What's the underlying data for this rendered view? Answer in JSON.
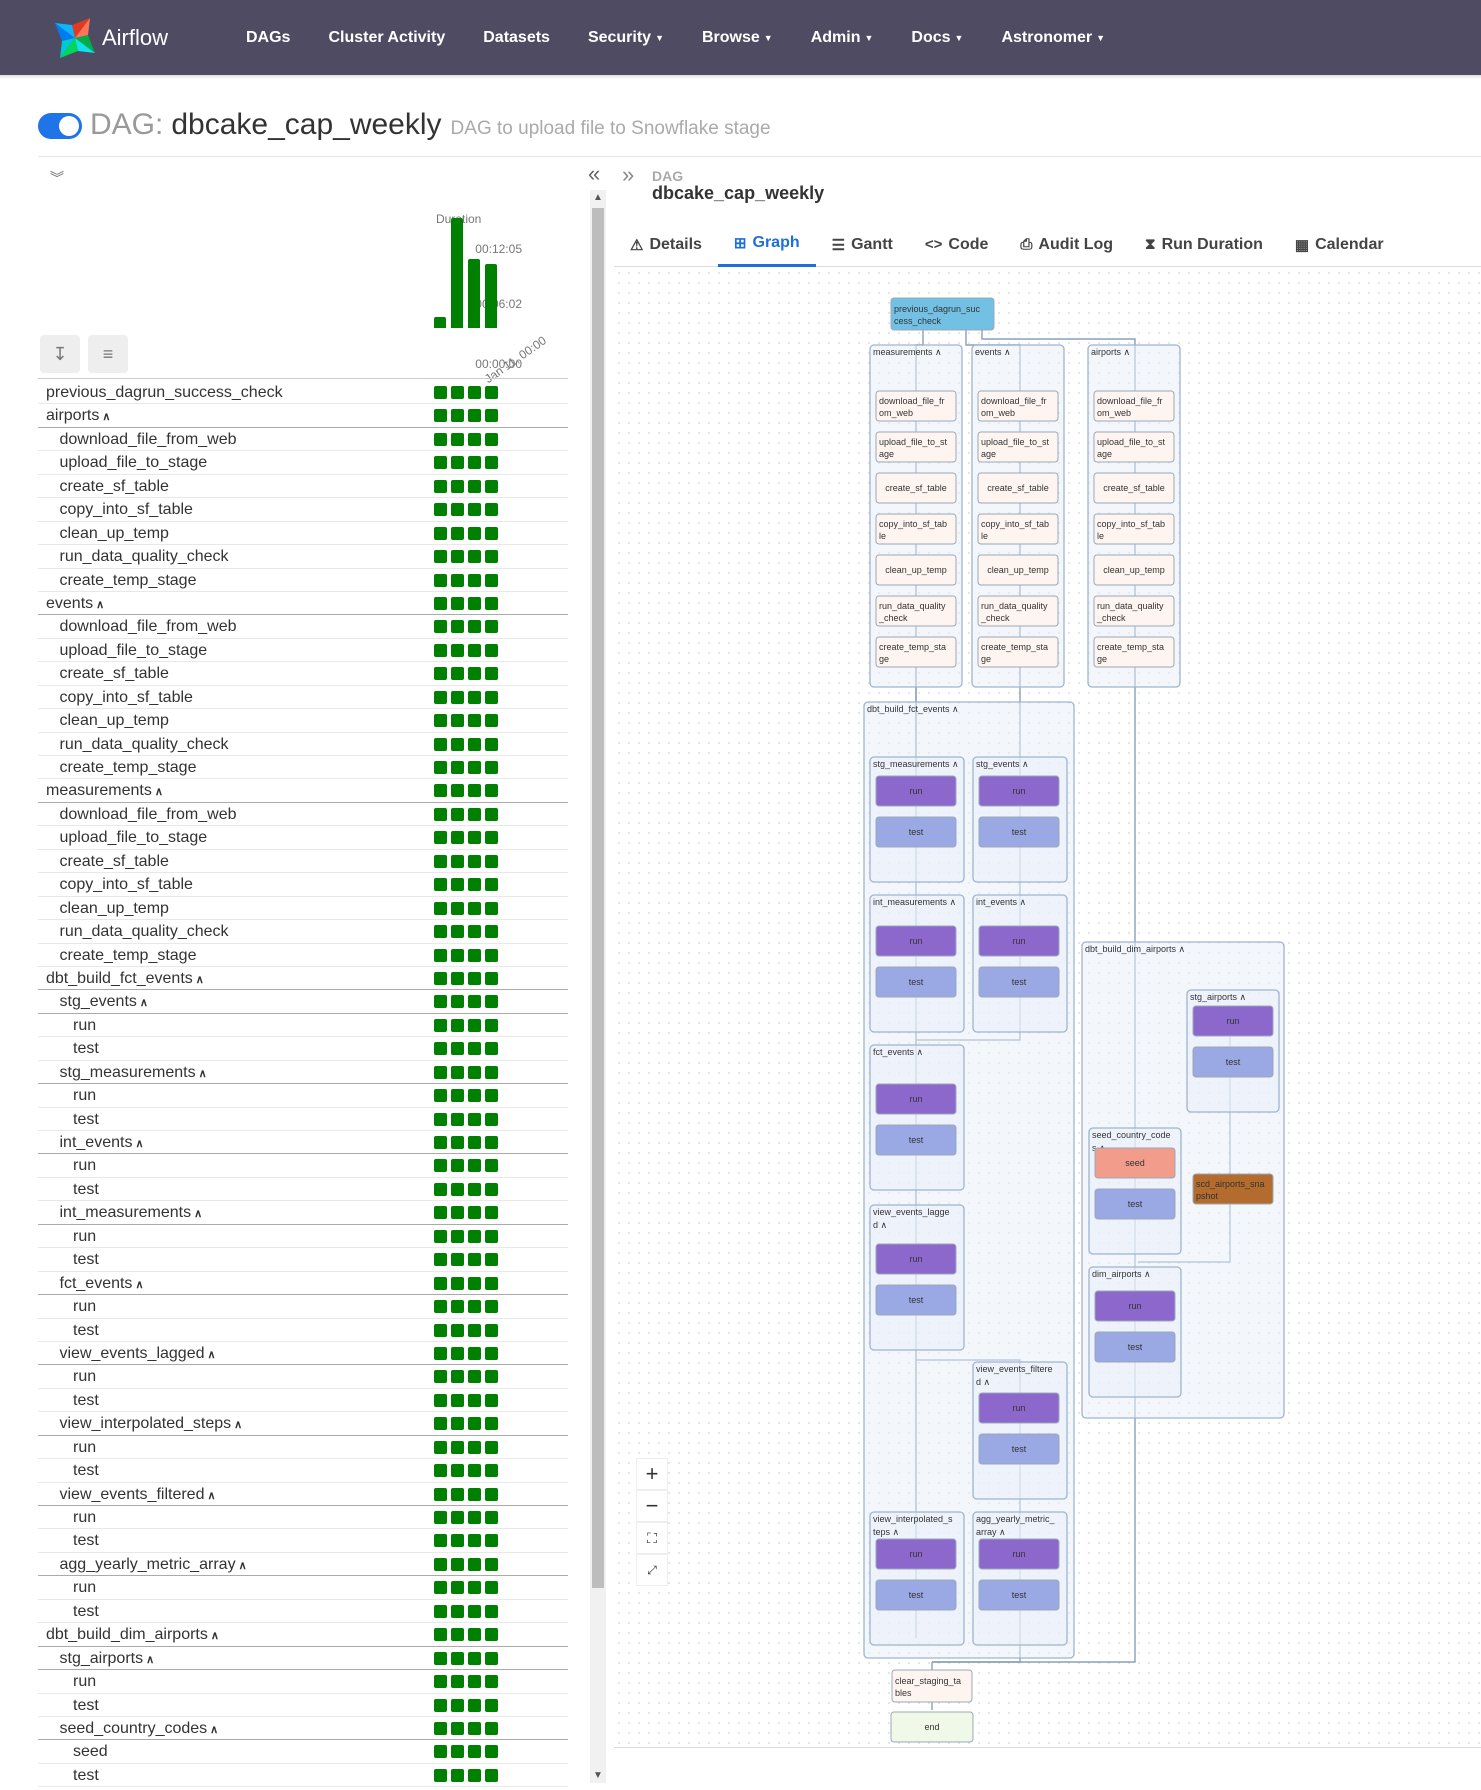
{
  "nav": {
    "brand": "Airflow",
    "items": [
      {
        "label": "DAGs",
        "caret": false
      },
      {
        "label": "Cluster Activity",
        "caret": false
      },
      {
        "label": "Datasets",
        "caret": false
      },
      {
        "label": "Security",
        "caret": true
      },
      {
        "label": "Browse",
        "caret": true
      },
      {
        "label": "Admin",
        "caret": true
      },
      {
        "label": "Docs",
        "caret": true
      },
      {
        "label": "Astronomer",
        "caret": true
      }
    ]
  },
  "header": {
    "prefix": "DAG:",
    "dag_id": "dbcake_cap_weekly",
    "description": "DAG to upload file to Snowflake stage",
    "paused": false
  },
  "grid": {
    "duration_label": "Duration",
    "date_label": "Jan 11, 00:00",
    "y_ticks": [
      "00:12:05",
      "00:06:02",
      "00:00:00"
    ],
    "run_durations_fraction": [
      0.1,
      1.0,
      0.63,
      0.58
    ],
    "status_color": "#008000",
    "rows": [
      {
        "label": "previous_dagrun_success_check",
        "level": 0,
        "group": false
      },
      {
        "label": "airports",
        "level": 0,
        "group": true
      },
      {
        "label": "download_file_from_web",
        "level": 1,
        "group": false
      },
      {
        "label": "upload_file_to_stage",
        "level": 1,
        "group": false
      },
      {
        "label": "create_sf_table",
        "level": 1,
        "group": false
      },
      {
        "label": "copy_into_sf_table",
        "level": 1,
        "group": false
      },
      {
        "label": "clean_up_temp",
        "level": 1,
        "group": false
      },
      {
        "label": "run_data_quality_check",
        "level": 1,
        "group": false
      },
      {
        "label": "create_temp_stage",
        "level": 1,
        "group": false
      },
      {
        "label": "events",
        "level": 0,
        "group": true
      },
      {
        "label": "download_file_from_web",
        "level": 1,
        "group": false
      },
      {
        "label": "upload_file_to_stage",
        "level": 1,
        "group": false
      },
      {
        "label": "create_sf_table",
        "level": 1,
        "group": false
      },
      {
        "label": "copy_into_sf_table",
        "level": 1,
        "group": false
      },
      {
        "label": "clean_up_temp",
        "level": 1,
        "group": false
      },
      {
        "label": "run_data_quality_check",
        "level": 1,
        "group": false
      },
      {
        "label": "create_temp_stage",
        "level": 1,
        "group": false
      },
      {
        "label": "measurements",
        "level": 0,
        "group": true
      },
      {
        "label": "download_file_from_web",
        "level": 1,
        "group": false
      },
      {
        "label": "upload_file_to_stage",
        "level": 1,
        "group": false
      },
      {
        "label": "create_sf_table",
        "level": 1,
        "group": false
      },
      {
        "label": "copy_into_sf_table",
        "level": 1,
        "group": false
      },
      {
        "label": "clean_up_temp",
        "level": 1,
        "group": false
      },
      {
        "label": "run_data_quality_check",
        "level": 1,
        "group": false
      },
      {
        "label": "create_temp_stage",
        "level": 1,
        "group": false
      },
      {
        "label": "dbt_build_fct_events",
        "level": 0,
        "group": true
      },
      {
        "label": "stg_events",
        "level": 1,
        "group": true
      },
      {
        "label": "run",
        "level": 2,
        "group": false
      },
      {
        "label": "test",
        "level": 2,
        "group": false
      },
      {
        "label": "stg_measurements",
        "level": 1,
        "group": true
      },
      {
        "label": "run",
        "level": 2,
        "group": false
      },
      {
        "label": "test",
        "level": 2,
        "group": false
      },
      {
        "label": "int_events",
        "level": 1,
        "group": true
      },
      {
        "label": "run",
        "level": 2,
        "group": false
      },
      {
        "label": "test",
        "level": 2,
        "group": false
      },
      {
        "label": "int_measurements",
        "level": 1,
        "group": true
      },
      {
        "label": "run",
        "level": 2,
        "group": false
      },
      {
        "label": "test",
        "level": 2,
        "group": false
      },
      {
        "label": "fct_events",
        "level": 1,
        "group": true
      },
      {
        "label": "run",
        "level": 2,
        "group": false
      },
      {
        "label": "test",
        "level": 2,
        "group": false
      },
      {
        "label": "view_events_lagged",
        "level": 1,
        "group": true
      },
      {
        "label": "run",
        "level": 2,
        "group": false
      },
      {
        "label": "test",
        "level": 2,
        "group": false
      },
      {
        "label": "view_interpolated_steps",
        "level": 1,
        "group": true
      },
      {
        "label": "run",
        "level": 2,
        "group": false
      },
      {
        "label": "test",
        "level": 2,
        "group": false
      },
      {
        "label": "view_events_filtered",
        "level": 1,
        "group": true
      },
      {
        "label": "run",
        "level": 2,
        "group": false
      },
      {
        "label": "test",
        "level": 2,
        "group": false
      },
      {
        "label": "agg_yearly_metric_array",
        "level": 1,
        "group": true
      },
      {
        "label": "run",
        "level": 2,
        "group": false
      },
      {
        "label": "test",
        "level": 2,
        "group": false
      },
      {
        "label": "dbt_build_dim_airports",
        "level": 0,
        "group": true
      },
      {
        "label": "stg_airports",
        "level": 1,
        "group": true
      },
      {
        "label": "run",
        "level": 2,
        "group": false
      },
      {
        "label": "test",
        "level": 2,
        "group": false
      },
      {
        "label": "seed_country_codes",
        "level": 1,
        "group": true
      },
      {
        "label": "seed",
        "level": 2,
        "group": false
      },
      {
        "label": "test",
        "level": 2,
        "group": false
      }
    ]
  },
  "details": {
    "small_label": "DAG",
    "title": "dbcake_cap_weekly",
    "tabs": [
      {
        "label": "Details",
        "icon": "warning-icon",
        "glyph": "⚠",
        "active": false
      },
      {
        "label": "Graph",
        "icon": "graph-icon",
        "glyph": "⊞",
        "active": true
      },
      {
        "label": "Gantt",
        "icon": "gantt-icon",
        "glyph": "☰",
        "active": false
      },
      {
        "label": "Code",
        "icon": "code-icon",
        "glyph": "<>",
        "active": false
      },
      {
        "label": "Audit Log",
        "icon": "document-icon",
        "glyph": "⎙",
        "active": false
      },
      {
        "label": "Run Duration",
        "icon": "hourglass-icon",
        "glyph": "⧗",
        "active": false
      },
      {
        "label": "Calendar",
        "icon": "calendar-icon",
        "glyph": "▦",
        "active": false
      }
    ]
  },
  "graph": {
    "colors": {
      "task": "#fff5f0",
      "dbt_run": "#8c68cc",
      "dbt_test": "#9aa8e4",
      "seed": "#f29c8c",
      "snapshot": "#b36b2e",
      "sensor": "#72c1e4",
      "end": "#f0f8e8",
      "group": "#eaf1f9"
    },
    "nodes": {
      "previous_dagrun_success_check": "previous_dagrun_suc cess_check",
      "measurements": "measurements",
      "events": "events",
      "airports": "airports",
      "download_file_from_web": "download_file_fr om_web",
      "upload_file_to_stage": "upload_file_to_st age",
      "create_sf_table": "create_sf_table",
      "copy_into_sf_table": "copy_into_sf_tab le",
      "clean_up_temp": "clean_up_temp",
      "run_data_quality_check": "run_data_quality _check",
      "create_temp_stage": "create_temp_sta ge",
      "dbt_build_fct_events": "dbt_build_fct_events",
      "stg_measurements": "stg_measurements",
      "stg_events": "stg_events",
      "int_measurements": "int_measurements",
      "int_events": "int_events",
      "fct_events": "fct_events",
      "view_events_lagged": "view_events_lagge d",
      "view_events_filtered": "view_events_filtere d",
      "view_interpolated_steps": "view_interpolated_s teps",
      "agg_yearly_metric_array": "agg_yearly_metric_ array",
      "dbt_build_dim_airports": "dbt_build_dim_airports",
      "stg_airports": "stg_airports",
      "seed_country_codes": "seed_country_code s",
      "dim_airports": "dim_airports",
      "scd_airports_snapshot": "scd_airports_sna pshot",
      "run": "run",
      "test": "test",
      "seed": "seed",
      "clear_staging_tables": "clear_staging_ta bles",
      "end": "end"
    }
  },
  "zoom": {
    "in": "+",
    "out": "−",
    "fit": "⛶",
    "reset": "⤢"
  }
}
